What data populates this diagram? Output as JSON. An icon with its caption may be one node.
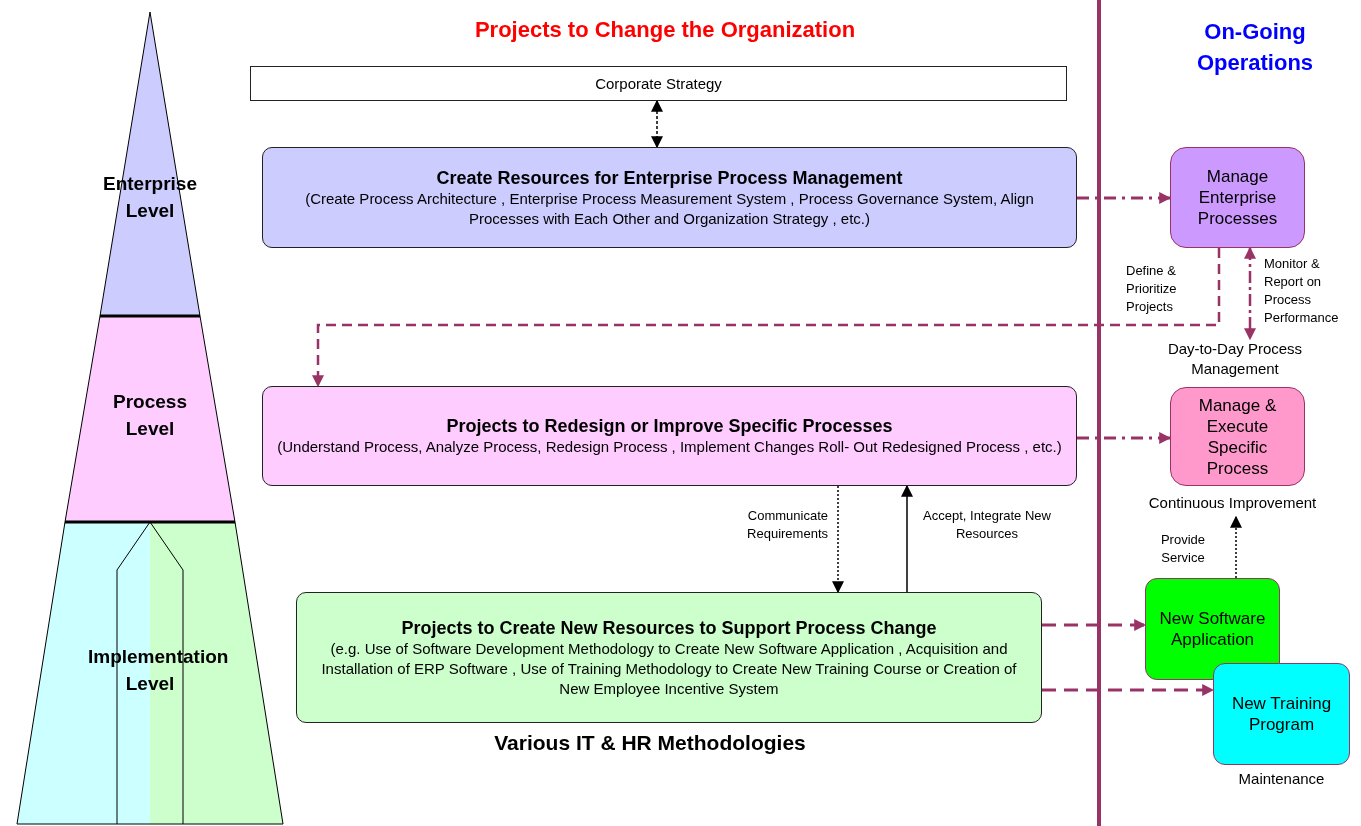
{
  "diagram": {
    "nodes": [
      {
        "text": [
          "Enterprise Level"
        ]
      },
      {
        "text": [
          "Process Level"
        ]
      },
      {
        "text": [
          "Implementation Level"
        ]
      },
      {
        "text": [
          "Corporate Strategy"
        ]
      },
      {
        "text": [
          "Create Resources for Enterprise Process Management",
          "(Create Process Architecture , Enterprise Process Measurement System , Process Governance System, Align Processes with Each Other and Organization Strategy , etc.)"
        ]
      },
      {
        "text": [
          "Manage Enterprise Processes"
        ]
      },
      {
        "text": [
          "Projects to Redesign or Improve Specific Processes",
          "(Understand Process, Analyze Process, Redesign Process , Implement Changes Roll- Out Redesigned Process , etc.)"
        ]
      },
      {
        "text": [
          "Manage & Execute Specific Process"
        ],
        "beside": [
          "Day-to-Day Process Management",
          "Continuous Improvement"
        ]
      },
      {
        "text": [
          "Projects to Create New Resources to Support Process Change",
          "(e.g. Use of Software Development Methodology to Create New Software Application , Acquisition and Installation of ERP Software , Use of Training Methodology to Create New Training Course or Creation of New Employee Incentive System"
        ],
        "beside": [
          "Various IT & HR Methodologies"
        ]
      },
      {
        "text": [
          "New Software Application"
        ]
      },
      {
        "text": [
          "New Training Program"
        ],
        "beside": [
          "Maintenance"
        ]
      }
    ],
    "edges": [
      {
        "from": 3,
        "to": 4,
        "arrow": "both",
        "style": "dashed",
        "color": "#000000"
      },
      {
        "from": 4,
        "to": 5,
        "arrow": "to",
        "style": "dashed"
      },
      {
        "from": 5,
        "to": 6,
        "arrow": "to",
        "style": "dashed",
        "label": "Define & Prioritize Projects"
      },
      {
        "from": 5,
        "to": 7,
        "arrow": "both",
        "style": "dashed",
        "label": "Monitor & Report on Process Performance"
      },
      {
        "from": 6,
        "to": 7,
        "arrow": "to",
        "style": "dashed"
      },
      {
        "from": 6,
        "to": 8,
        "arrow": "to",
        "style": "dashed",
        "color": "#000000",
        "label": "Communicate Requirements"
      },
      {
        "from": 8,
        "to": 6,
        "arrow": "to",
        "color": "#000000",
        "label": "Accept, Integrate New Resources"
      },
      {
        "from": 9,
        "to": 7,
        "arrow": "to",
        "style": "dashed",
        "color": "#000000",
        "label": "Provide Service"
      },
      {
        "from": 8,
        "to": 9,
        "arrow": "to",
        "style": "dashed"
      },
      {
        "from": 8,
        "to": 10,
        "arrow": "to",
        "style": "dashed"
      }
    ],
    "labels": [
      "Projects to Change the Organization",
      "On-Going Operations"
    ]
  }
}
